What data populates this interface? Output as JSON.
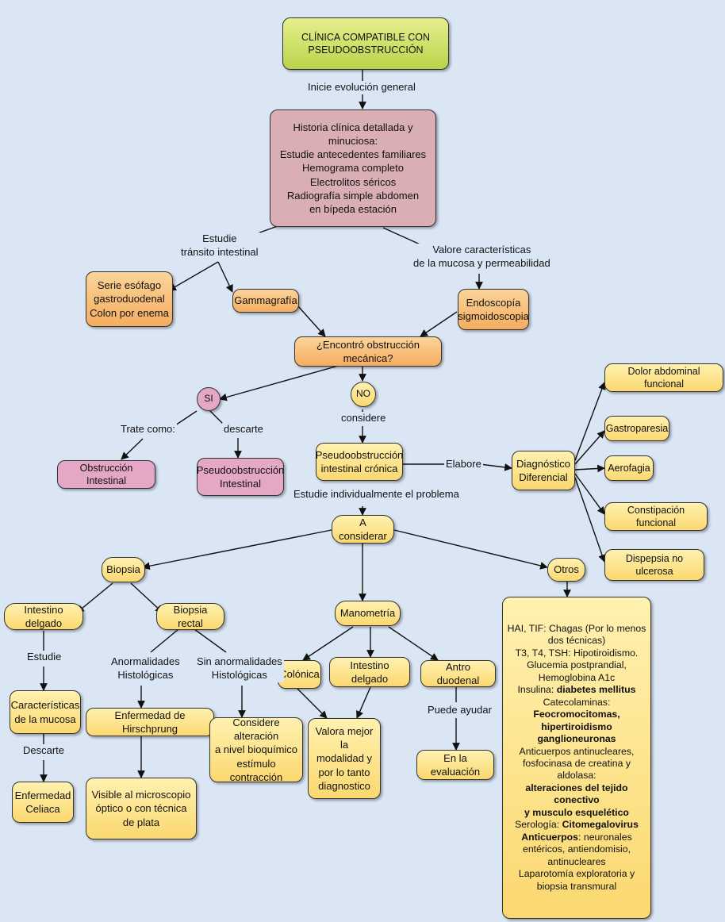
{
  "nodes": {
    "clinica": [
      "CLÍNICA COMPATIBLE CON",
      "PSEUDOOBSTRUCCIÓN"
    ],
    "historia": [
      "Historia clínica detallada y minuciosa:",
      "Estudie antecedentes familiares",
      "Hemograma completo",
      "Electrolitos séricos",
      "Radiografía simple abdomen",
      "en bípeda estación"
    ],
    "serie": [
      "Serie esófago",
      "gastroduodenal",
      "Colon por enema"
    ],
    "gammagrafia": "Gammagrafía",
    "endoscopia": [
      "Endoscopía",
      "sigmoidoscopia"
    ],
    "encontro": "¿Encontró obstrucción mecánica?",
    "si": "SI",
    "no": "NO",
    "obstruccion_intestinal": "Obstrucción Intestinal",
    "pseudo_intestinal": [
      "Pseudoobstrucción",
      "Intestinal"
    ],
    "pseudo_cronica": [
      "Pseudoobstrucción",
      "intestinal crónica"
    ],
    "diagnostico": [
      "Diagnóstico",
      "Diferencial"
    ],
    "dolor": "Dolor abdominal funcional",
    "gastroparesia": "Gastroparesia",
    "aerofagia": "Aerofagia",
    "constipacion": "Constipación funcional",
    "dispepsia": "Dispepsia no ulcerosa",
    "a_considerar": "A considerar",
    "biopsia": "Biopsia",
    "manometria": "Manometría",
    "otros": "Otros",
    "intestino_delgado": "Intestino delgado",
    "biopsia_rectal": "Biopsia rectal",
    "caracteristicas": [
      "Características",
      "de la mucosa"
    ],
    "celiaca": [
      "Enfermedad",
      "Celiaca"
    ],
    "hirschprung": "Enfermedad de Hirschprung",
    "visible": [
      "Visible al microscopio",
      "óptico o con técnica",
      "de plata"
    ],
    "considere_alteracion": [
      "Considere alteración",
      "a nivel bioquímico",
      "estímulo contracción"
    ],
    "colonica": "Colónica",
    "intestino_delgado_m": "Intestino delgado",
    "antro": "Antro duodenal",
    "valora": [
      "Valora mejor  la",
      "modalidad y",
      "por lo tanto",
      "diagnostico"
    ],
    "evaluacion": "En la evaluación",
    "otros_list": [
      [
        {
          "t": "HAI, TIF: Chagas (Por lo menos"
        }
      ],
      [
        {
          "t": "dos técnicas)"
        }
      ],
      [
        {
          "t": "T3, T4, TSH: Hipotiroidismo."
        }
      ],
      [
        {
          "t": "Glucemia postprandial,"
        }
      ],
      [
        {
          "t": "Hemoglobina A1c"
        }
      ],
      [
        {
          "t": "Insulina: "
        },
        {
          "t": "diabetes mellitus",
          "b": true
        }
      ],
      [
        {
          "t": "Catecolaminas:"
        }
      ],
      [
        {
          "t": "Feocromocitomas,",
          "b": true
        }
      ],
      [
        {
          "t": "hipertiroidismo ganglioneuronas",
          "b": true
        }
      ],
      [
        {
          "t": "Anticuerpos antinucleares,"
        }
      ],
      [
        {
          "t": "fosfocinasa de creatina y aldolasa:"
        }
      ],
      [
        {
          "t": "alteraciones del tejido conectivo",
          "b": true
        }
      ],
      [
        {
          "t": "y musculo esquelético",
          "b": true
        }
      ],
      [
        {
          "t": "Serología: "
        },
        {
          "t": "Citomegalovirus",
          "b": true
        }
      ],
      [
        {
          "t": "Anticuerpos",
          "b": true
        },
        {
          "t": ": neuronales"
        }
      ],
      [
        {
          "t": "entéricos, antiendomisio,"
        }
      ],
      [
        {
          "t": "antinucleares"
        }
      ],
      [
        {
          "t": "Laparotomía exploratoria y"
        }
      ],
      [
        {
          "t": "biopsia transmural"
        }
      ]
    ]
  },
  "labels": {
    "inicie": "Inicie evolución general",
    "estudie_transito": [
      "Estudie",
      "tránsito intestinal"
    ],
    "valore": [
      "Valore características",
      "de la mucosa y permeabilidad"
    ],
    "trate": "Trate como:",
    "descarte_si": "descarte",
    "considere": "considere",
    "elabore": "Elabore",
    "estudie_individual": "Estudie individualmente el problema",
    "estudie": "Estudie",
    "descarte": "Descarte",
    "anormalidades": [
      "Anormalidades",
      "Histológicas"
    ],
    "sin_anormalidades": [
      "Sin anormalidades",
      "Histológicas"
    ],
    "puede_ayudar": "Puede ayudar"
  }
}
